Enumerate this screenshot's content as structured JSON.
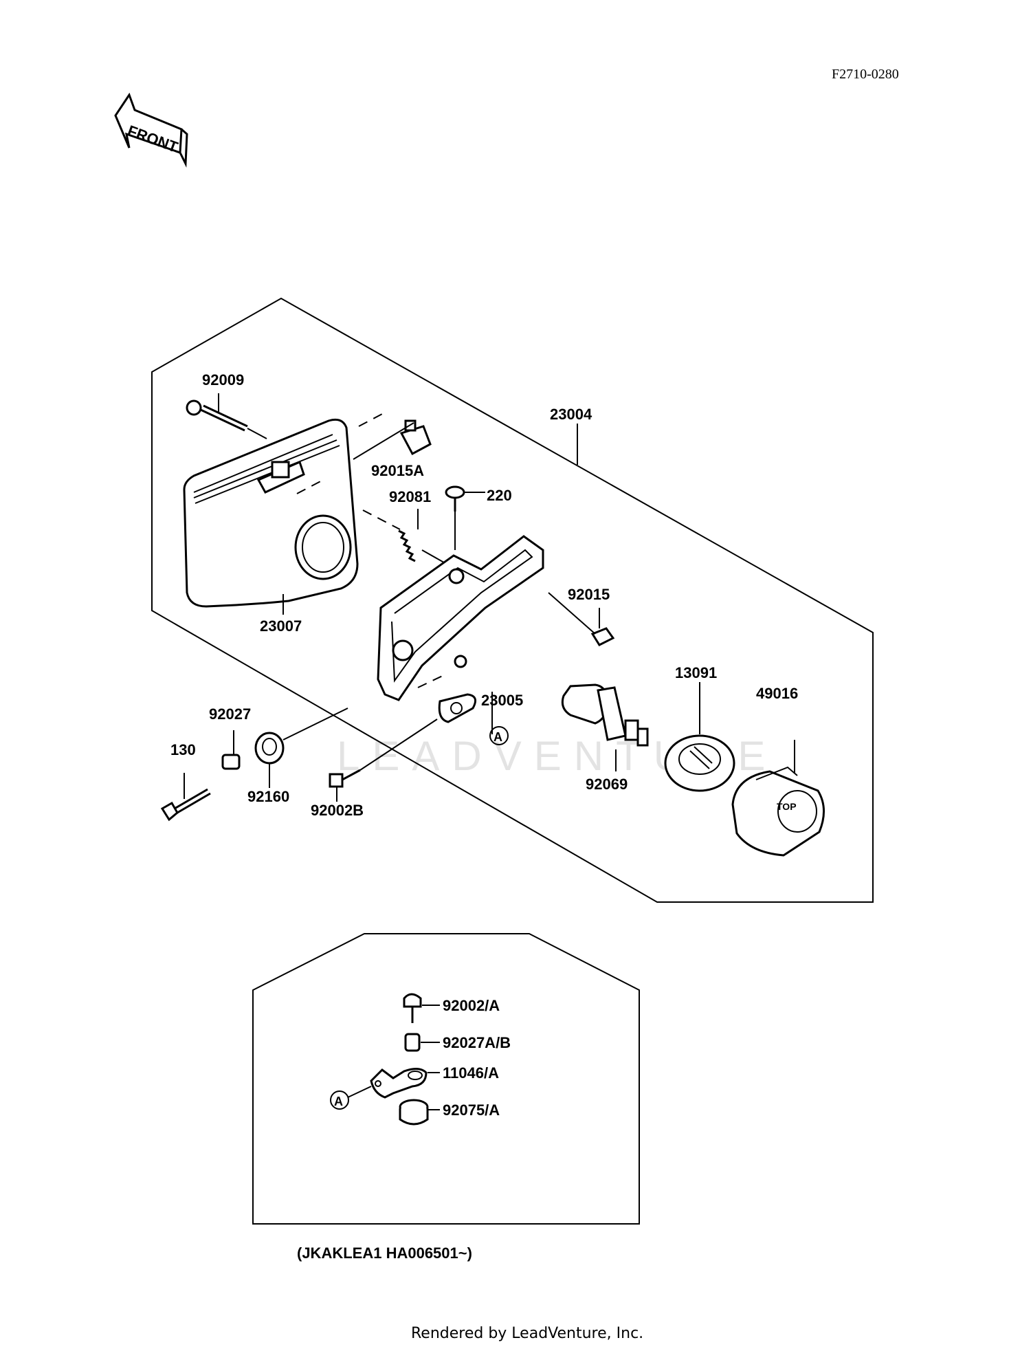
{
  "diagram_code": "F2710-0280",
  "front_label": "FRONT",
  "watermark": "LEADVENTURE",
  "parts": {
    "p92009": "92009",
    "p23004": "23004",
    "p92015A": "92015A",
    "p92081": "92081",
    "p220": "220",
    "p92015": "92015",
    "p23007": "23007",
    "p23005": "23005",
    "p13091": "13091",
    "p49016": "49016",
    "p92027": "92027",
    "p130": "130",
    "p92160": "92160",
    "p92002B": "92002B",
    "p92069": "92069"
  },
  "ref_marker": "A",
  "inset": {
    "parts": {
      "p92002A": "92002/A",
      "p92027AB": "92027A/B",
      "p11046A": "11046/A",
      "p92075A": "92075/A"
    },
    "marker": "A",
    "note": "(JKAKLEA1 HA006501~)"
  },
  "bulb_text": "TOP",
  "footer": "Rendered by LeadVenture, Inc."
}
